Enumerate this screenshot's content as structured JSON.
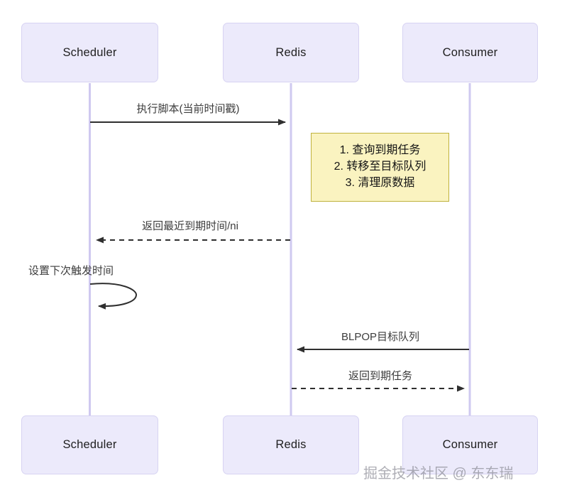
{
  "diagram": {
    "type": "sequence-diagram",
    "colors": {
      "participant_fill": "#ECEAFB",
      "participant_border": "#D7D3F2",
      "lifeline": "#CFC9F0",
      "arrow": "#2F2F2F",
      "note_fill": "#FAF3C0",
      "note_border": "#BFB23E",
      "label_text": "#3C3C3C",
      "background": "#FFFFFF"
    },
    "participants": [
      {
        "id": "scheduler",
        "label": "Scheduler"
      },
      {
        "id": "redis",
        "label": "Redis"
      },
      {
        "id": "consumer",
        "label": "Consumer"
      }
    ],
    "messages": [
      {
        "id": "m1",
        "label": "执行脚本(当前时间戳)",
        "from": "scheduler",
        "to": "redis",
        "style": "solid",
        "direction": "right"
      },
      {
        "id": "m2",
        "label": "返回最近到期时间/ni",
        "from": "redis",
        "to": "scheduler",
        "style": "dashed",
        "direction": "left"
      },
      {
        "id": "m3",
        "label": "设置下次触发时间",
        "from": "scheduler",
        "to": "scheduler",
        "style": "solid",
        "direction": "self"
      },
      {
        "id": "m4",
        "label": "BLPOP目标队列",
        "from": "consumer",
        "to": "redis",
        "style": "solid",
        "direction": "left"
      },
      {
        "id": "m5",
        "label": "返回到期任务",
        "from": "redis",
        "to": "consumer",
        "style": "dashed",
        "direction": "right"
      }
    ],
    "note": {
      "attached_to": "redis",
      "lines": [
        "1. 查询到期任务",
        "2. 转移至目标队列",
        "3. 清理原数据"
      ]
    },
    "watermark": "掘金技术社区 @ 东东瑞"
  }
}
